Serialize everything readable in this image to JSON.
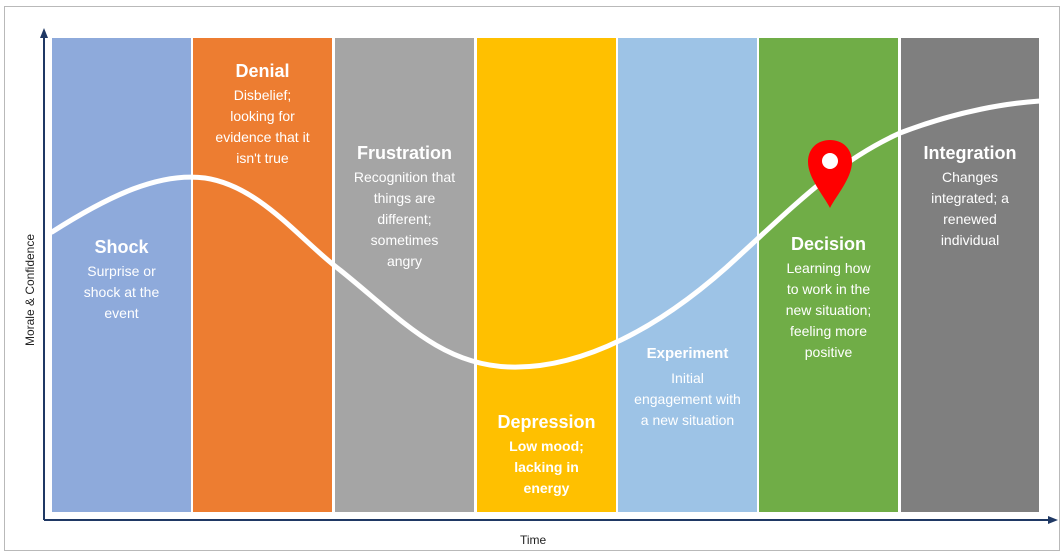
{
  "axes": {
    "y_label": "Morale & Confidence",
    "x_label": "Time"
  },
  "stages": [
    {
      "title": "Shock",
      "desc_lines": [
        "Surprise or",
        "shock at the",
        "event"
      ],
      "color": "#8eaadb"
    },
    {
      "title": "Denial",
      "desc_lines": [
        "Disbelief;",
        "looking  for",
        "evidence that it",
        "isn't true"
      ],
      "color": "#ed7d31"
    },
    {
      "title": "Frustration",
      "desc_lines": [
        "Recognition that",
        "things are",
        "different;",
        "sometimes",
        "angry"
      ],
      "color": "#a5a5a5"
    },
    {
      "title": "Depression",
      "desc_lines": [
        "Low mood;",
        "lacking in",
        "energy"
      ],
      "color": "#ffc000"
    },
    {
      "title": "Experiment",
      "desc_lines": [
        "Initial",
        "engagement with",
        "a new situation"
      ],
      "color": "#9dc3e6"
    },
    {
      "title": "Decision",
      "desc_lines": [
        "Learning how",
        "to work in the",
        "new situation;",
        "feeling more",
        "positive"
      ],
      "color": "#70ad47"
    },
    {
      "title": "Integration",
      "desc_lines": [
        "Changes",
        "integrated; a",
        "renewed",
        "individual"
      ],
      "color": "#7f7f7f"
    }
  ],
  "colors": {
    "curve": "#ffffff",
    "marker": "#ff0000",
    "axis": "#1f3864"
  },
  "icons": {
    "marker": "map-pin-icon"
  }
}
